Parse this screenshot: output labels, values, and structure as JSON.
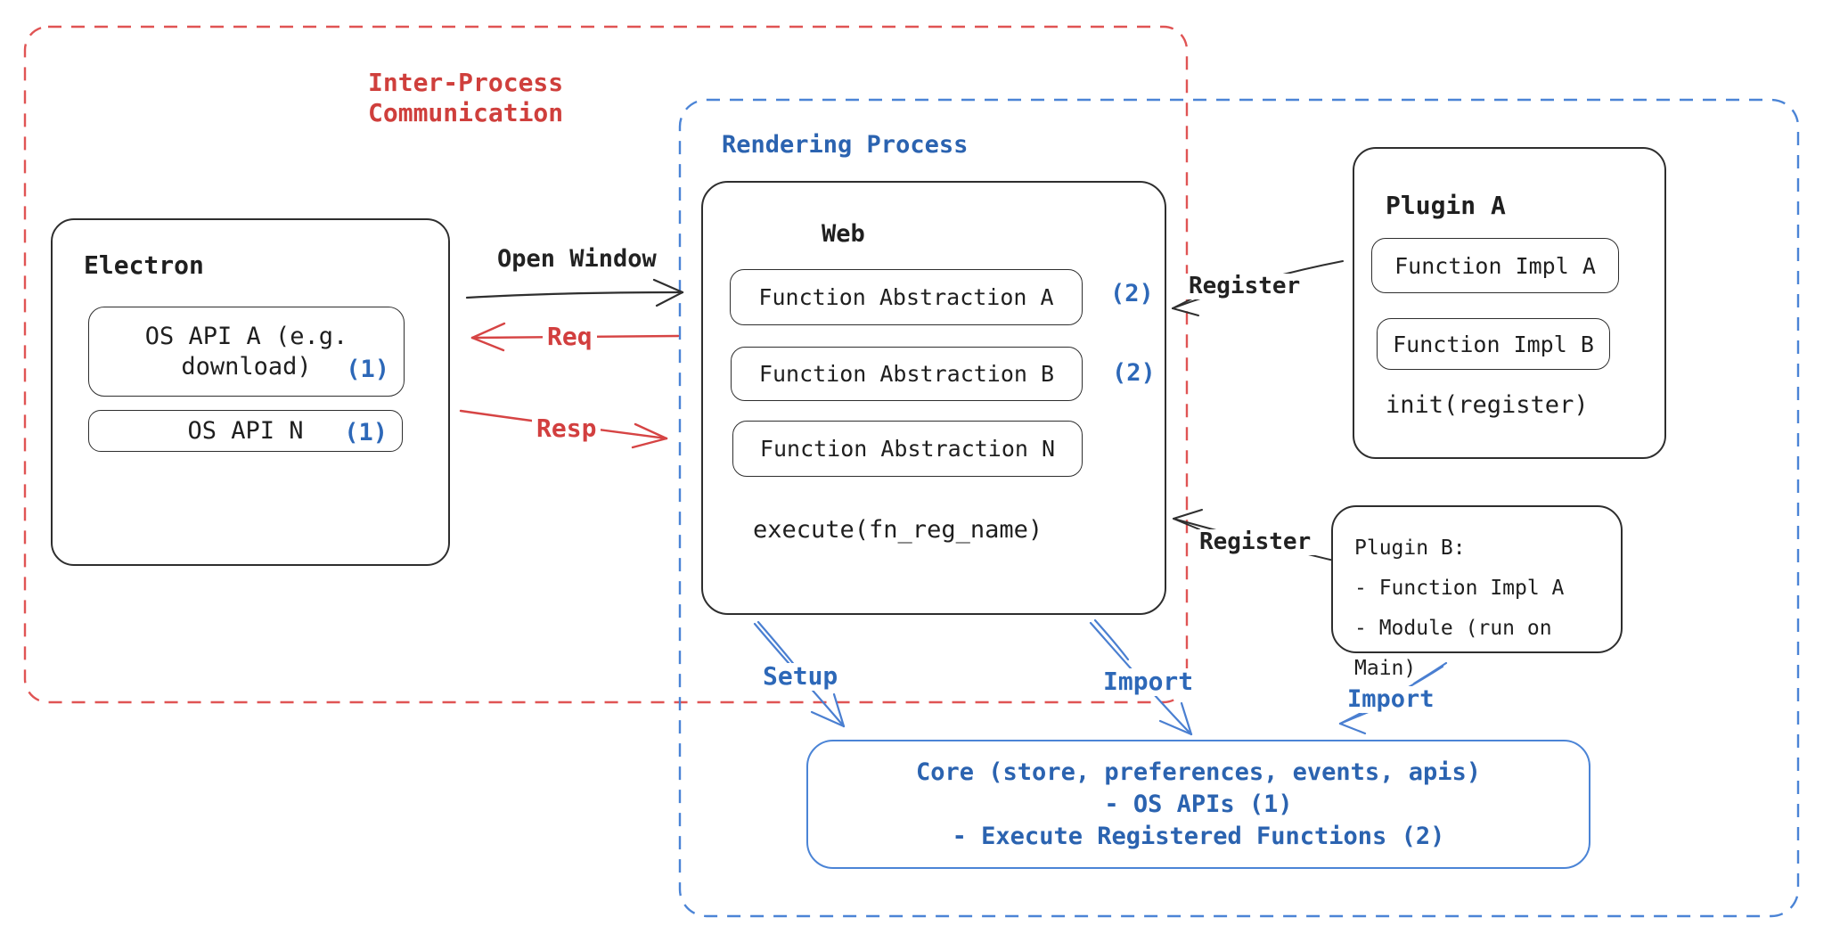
{
  "diagram": {
    "regions": {
      "ipc": {
        "title_line1": "Inter-Process",
        "title_line2": "Communication"
      },
      "rendering": {
        "title": "Rendering Process"
      }
    },
    "electron": {
      "title": "Electron",
      "os_api_a_line1": "OS API A (e.g.",
      "os_api_a_line2": "download)",
      "os_api_a_badge": "(1)",
      "os_api_n_label": "OS API N",
      "os_api_n_badge": "(1)"
    },
    "web": {
      "title": "Web",
      "abstraction_a": "Function Abstraction A",
      "abstraction_a_badge": "(2)",
      "abstraction_b": "Function Abstraction B",
      "abstraction_b_badge": "(2)",
      "abstraction_n": "Function Abstraction N",
      "execute_label": "execute(fn_reg_name)"
    },
    "plugin_a": {
      "title": "Plugin A",
      "impl_a": "Function Impl A",
      "impl_b": "Function Impl B",
      "init_label": "init(register)"
    },
    "plugin_b": {
      "line1": "Plugin B:",
      "line2": "- Function Impl A",
      "line3": "- Module (run on Main)"
    },
    "core": {
      "line1": "Core (store, preferences, events, apis)",
      "line2": "- OS APIs (1)",
      "line3": "- Execute Registered Functions (2)"
    },
    "arrow_labels": {
      "open_window": "Open Window",
      "req": "Req",
      "resp": "Resp",
      "register_plugin_a": "Register",
      "register_plugin_b": "Register",
      "setup": "Setup",
      "import_web": "Import",
      "import_plugin_b": "Import"
    },
    "colors": {
      "red_border": "#e05454",
      "red_arrow": "#d64444",
      "red_text": "#cf3f3c",
      "blue_border": "#4b84d6",
      "blue_arrow": "#4a7fd1",
      "blue_text": "#2d68b8",
      "ink": "#2e2e2e"
    }
  }
}
